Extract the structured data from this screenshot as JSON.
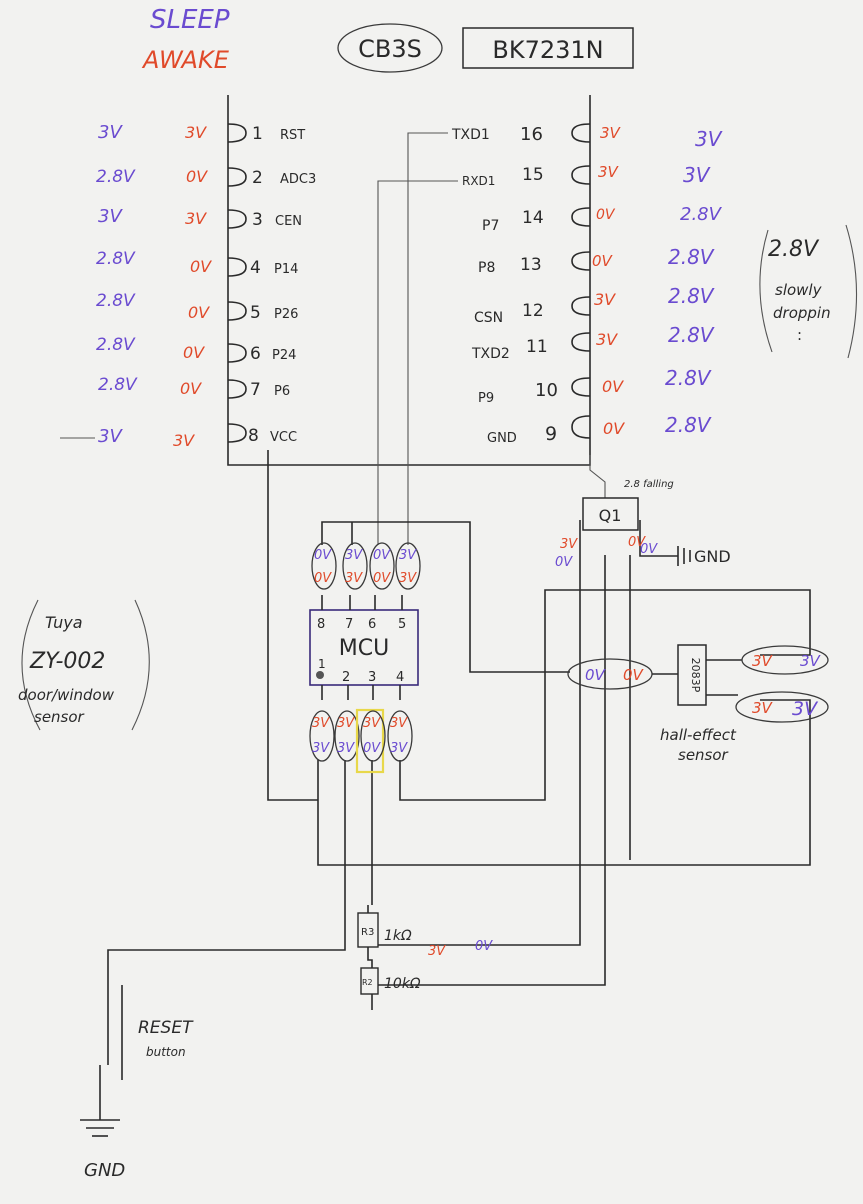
{
  "colors": {
    "sleep": "#6a4bd0",
    "awake": "#e04a2a",
    "ink": "#2a2a2a",
    "paper": "#f2f2f0",
    "highlight": "#e8d84a"
  },
  "header": {
    "sleep_label": "SLEEP",
    "awake_label": "AWAKE",
    "module_label": "CB3S",
    "chip_label": "BK7231N"
  },
  "left_pins": [
    {
      "sleep": "3V",
      "awake": "3V",
      "num": "1",
      "name": "RST"
    },
    {
      "sleep": "2.8V",
      "awake": "0V",
      "num": "2",
      "name": "ADC3"
    },
    {
      "sleep": "3V",
      "awake": "3V",
      "num": "3",
      "name": "CEN"
    },
    {
      "sleep": "2.8V",
      "awake": "0V",
      "num": "4",
      "name": "P14"
    },
    {
      "sleep": "2.8V",
      "awake": "0V",
      "num": "5",
      "name": "P26"
    },
    {
      "sleep": "2.8V",
      "awake": "0V",
      "num": "6",
      "name": "P24"
    },
    {
      "sleep": "2.8V",
      "awake": "0V",
      "num": "7",
      "name": "P6"
    },
    {
      "sleep": "3V",
      "awake": "3V",
      "num": "8",
      "name": "VCC"
    }
  ],
  "right_pins": [
    {
      "name": "TXD1",
      "num": "16",
      "awake": "3V",
      "sleep": "3V"
    },
    {
      "name": "RXD1",
      "num": "15",
      "awake": "3V",
      "sleep": "3V"
    },
    {
      "name": "P7",
      "num": "14",
      "awake": "0V",
      "sleep": "2.8V"
    },
    {
      "name": "P8",
      "num": "13",
      "awake": "0V",
      "sleep": "2.8V"
    },
    {
      "name": "CSN",
      "num": "12",
      "awake": "3V",
      "sleep": "2.8V"
    },
    {
      "name": "TXD2",
      "num": "11",
      "awake": "3V",
      "sleep": "2.8V"
    },
    {
      "name": "P9",
      "num": "10",
      "awake": "0V",
      "sleep": "2.8V"
    },
    {
      "name": "GND",
      "num": "9",
      "awake": "0V",
      "sleep": "2.8V"
    }
  ],
  "note_slow": {
    "value": "2.8V",
    "line1": "slowly",
    "line2": "droppin",
    "line3": ":"
  },
  "q1": {
    "label": "Q1",
    "note": "2.8 falling",
    "left_awake": "3V",
    "left_sleep": "0V",
    "right_awake": "0V",
    "right_sleep": "0V",
    "gnd": "GND"
  },
  "mcu": {
    "label": "MCU",
    "top_pin_nums": [
      "8",
      "7",
      "6",
      "5"
    ],
    "bottom_pin_nums": [
      "1",
      "2",
      "3",
      "4"
    ],
    "top_sleep": [
      "0V",
      "3V",
      "0V",
      "3V"
    ],
    "top_awake": [
      "0V",
      "3V",
      "0V",
      "3V"
    ],
    "bottom_awake": [
      "3V",
      "3V",
      "3V",
      "3V"
    ],
    "bottom_sleep": [
      "3V",
      "3V",
      "0V",
      "3V"
    ]
  },
  "device": {
    "line1": "Tuya",
    "line2": "ZY-002",
    "line3": "door/window",
    "line4": "sensor"
  },
  "hall": {
    "chip": "2083P",
    "label1": "hall-effect",
    "label2": "sensor",
    "left_sleep": "0V",
    "left_awake": "0V",
    "top_awake": "3V",
    "top_sleep": "3V",
    "bottom_awake": "3V",
    "bottom_sleep": "3V"
  },
  "resistors": {
    "r3_tag": "R3",
    "r3_value": "1kΩ",
    "r_node_awake": "3V",
    "r_node_sleep": "0V",
    "r2_tag": "R2",
    "r2_value": "10kΩ"
  },
  "reset": {
    "line1": "RESET",
    "line2": "button",
    "gnd": "GND"
  }
}
